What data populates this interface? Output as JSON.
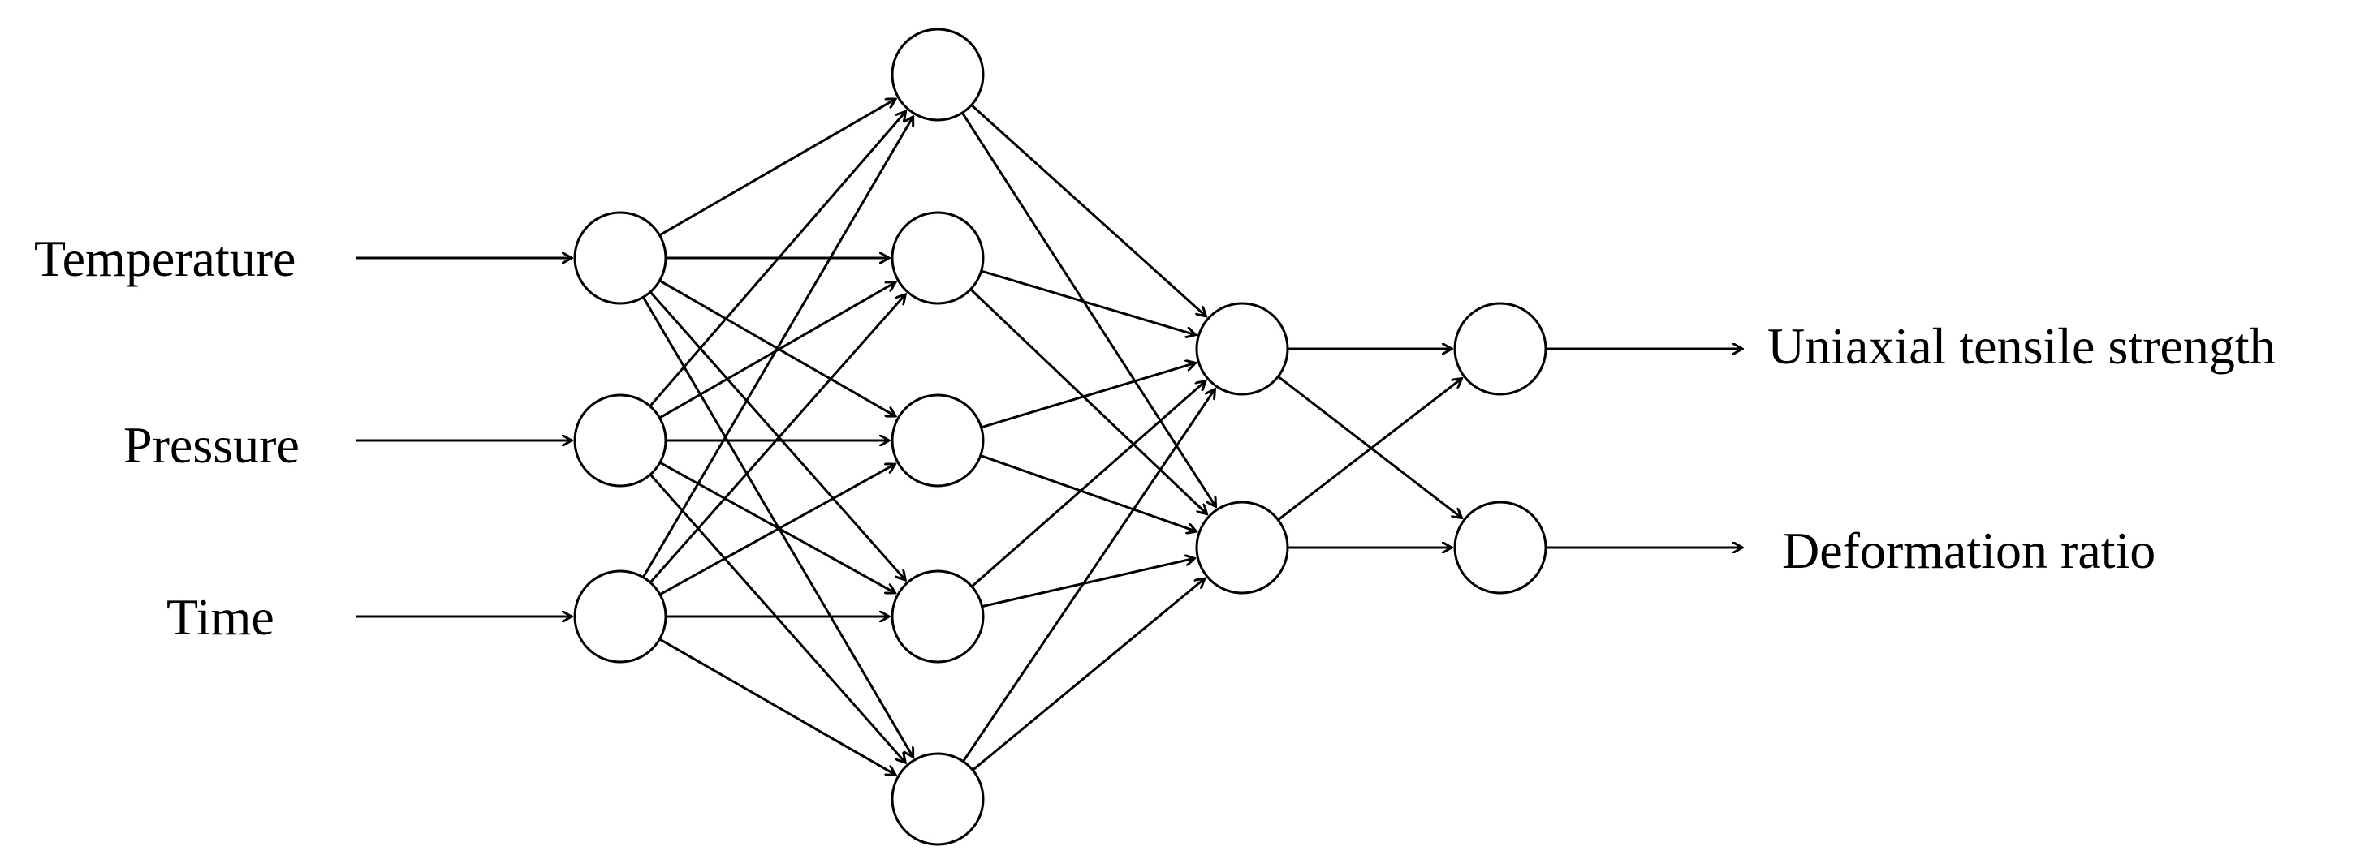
{
  "inputs": [
    "Temperature",
    "Pressure",
    "Time"
  ],
  "outputs": [
    "Uniaxial tensile strength",
    "Deformation ratio"
  ],
  "layers": [
    3,
    5,
    2,
    2
  ],
  "colors": {
    "stroke": "#000000",
    "node_fill": "#ffffff",
    "background": "#ffffff"
  }
}
